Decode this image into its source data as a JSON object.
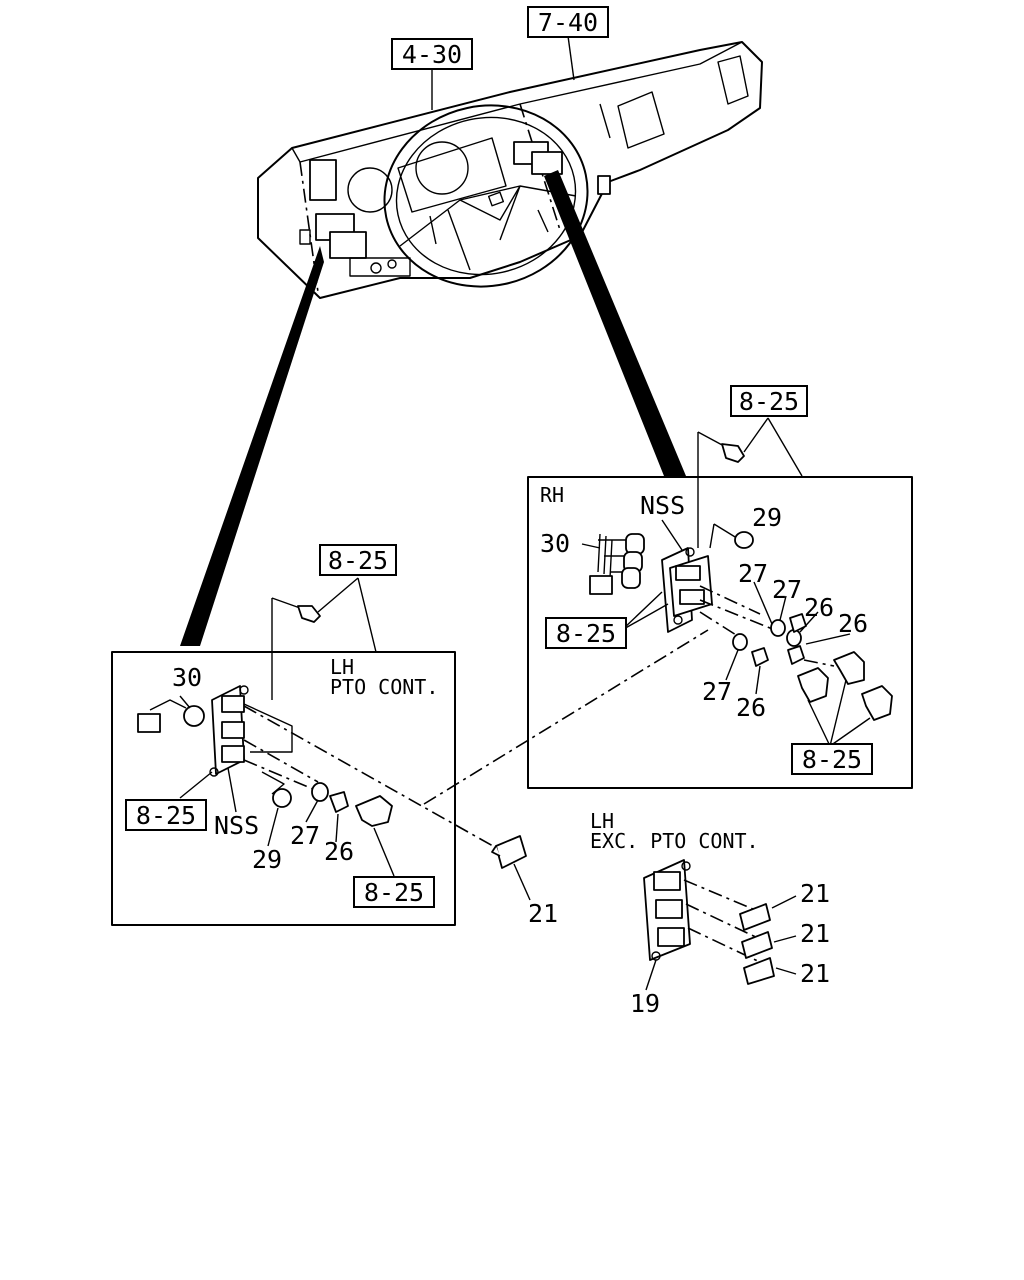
{
  "refs": {
    "ref_7_40": "7-40",
    "ref_4_30": "4-30",
    "rh_ref_top": "8-25",
    "rh_ref_left": "8-25",
    "rh_ref_bottom": "8-25",
    "lh_ref_top": "8-25",
    "lh_ref_left": "8-25",
    "lh_ref_bottom": "8-25"
  },
  "rh_panel": {
    "title": "RH",
    "nss": "NSS",
    "p30": "30",
    "p29": "29",
    "p27a": "27",
    "p27b": "27",
    "p26a": "26",
    "p26b": "26",
    "p27c": "27",
    "p26c": "26"
  },
  "lh_pto_panel": {
    "title_line1": "LH",
    "title_line2": "PTO CONT.",
    "p30": "30",
    "nss": "NSS",
    "p27": "27",
    "p26": "26",
    "p29": "29"
  },
  "loose_parts": {
    "p21": "21"
  },
  "lh_exc_panel": {
    "title_line1": "LH",
    "title_line2": "EXC. PTO CONT.",
    "p21a": "21",
    "p21b": "21",
    "p21c": "21",
    "p19": "19"
  }
}
